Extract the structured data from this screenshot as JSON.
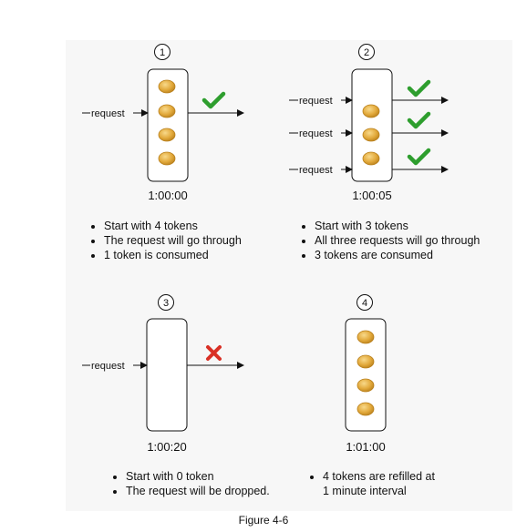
{
  "scenarios": [
    {
      "number": "1",
      "time": "1:00:00",
      "request_labels": [
        "request"
      ],
      "tokens": 4,
      "results": [
        "pass"
      ],
      "notes": [
        "Start with 4 tokens",
        "The request will go through",
        "1 token is consumed"
      ]
    },
    {
      "number": "2",
      "time": "1:00:05",
      "request_labels": [
        "request",
        "request",
        "request"
      ],
      "tokens": 3,
      "results": [
        "pass",
        "pass",
        "pass"
      ],
      "notes": [
        "Start with 3 tokens",
        "All three requests will go through",
        "3 tokens are consumed"
      ]
    },
    {
      "number": "3",
      "time": "1:00:20",
      "request_labels": [
        "request"
      ],
      "tokens": 0,
      "results": [
        "drop"
      ],
      "notes": [
        "Start with 0 token",
        "The request will be dropped."
      ]
    },
    {
      "number": "4",
      "time": "1:01:00",
      "request_labels": [],
      "tokens": 4,
      "results": [],
      "notes": [
        "4 tokens are refilled at",
        "1 minute interval"
      ]
    }
  ],
  "figure_caption": "Figure 4-6",
  "colors": {
    "check": "#2e9e2e",
    "cross": "#d93025",
    "coin": "#e2a93b",
    "coin_edge": "#b9801c"
  },
  "icons": {
    "pass": "check-mark-icon",
    "drop": "cross-mark-icon",
    "token": "coin-icon"
  }
}
